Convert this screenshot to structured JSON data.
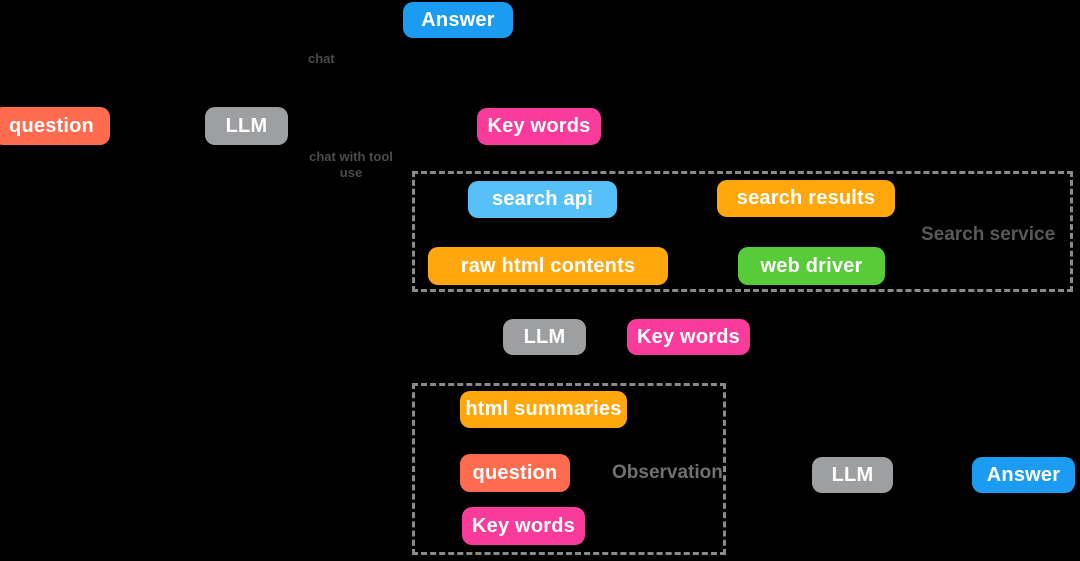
{
  "colors": {
    "background": "#000000",
    "node_text": "#ffffff",
    "answer_blue": "#1b9cf2",
    "light_blue": "#57c0f8",
    "red": "#ff6b4e",
    "gray": "#9e9fa1",
    "pink": "#f93c9c",
    "orange": "#ffa70d",
    "green": "#58cb38",
    "dashed_border": "#8a8a8a",
    "edge_label": "#4b4b4b",
    "group_label": "#595959",
    "group_label_light": "#707070"
  },
  "edge_labels": {
    "chat": "chat",
    "chat_with_tool_use": "chat with tool use"
  },
  "groups": {
    "search_service": {
      "label": "Search service"
    },
    "observation": {
      "label": "Observation"
    }
  },
  "nodes": {
    "answer_top": {
      "label": "Answer"
    },
    "question_1": {
      "label": "question"
    },
    "llm_1": {
      "label": "LLM"
    },
    "keywords_1": {
      "label": "Key words"
    },
    "search_api": {
      "label": "search api"
    },
    "search_results": {
      "label": "search results"
    },
    "raw_html_contents": {
      "label": "raw html contents"
    },
    "web_driver": {
      "label": "web driver"
    },
    "llm_2": {
      "label": "LLM"
    },
    "keywords_2": {
      "label": "Key words"
    },
    "html_summaries": {
      "label": "html summaries"
    },
    "question_2": {
      "label": "question"
    },
    "keywords_3": {
      "label": "Key words"
    },
    "llm_3": {
      "label": "LLM"
    },
    "answer_bottom": {
      "label": "Answer"
    }
  }
}
